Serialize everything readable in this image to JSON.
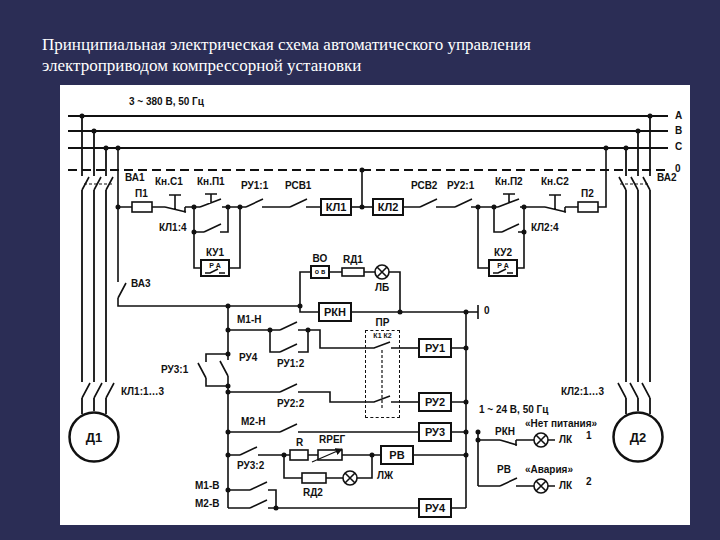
{
  "diagram": {
    "title": "Принципиальная электрическая схема автоматического управления электроприводом компрессорной установки",
    "nodes": [
      {
        "text": [
          "КЛ1"
        ]
      },
      {
        "text": [
          "КЛ2"
        ]
      },
      {
        "text": [
          "КУ1",
          "Р А"
        ]
      },
      {
        "text": [
          "КУ2",
          "Р А"
        ]
      },
      {
        "text": [
          "ВО",
          "о в"
        ]
      },
      {
        "text": [
          "РКН"
        ]
      },
      {
        "text": [
          "ПР",
          "К1 К2"
        ]
      },
      {
        "text": [
          "РУ1"
        ]
      },
      {
        "text": [
          "РУ2"
        ]
      },
      {
        "text": [
          "РУ3"
        ]
      },
      {
        "text": [
          "РВ"
        ]
      },
      {
        "text": [
          "РУ4"
        ]
      },
      {
        "text": [
          "Д1"
        ]
      },
      {
        "text": [
          "Д2"
        ]
      }
    ],
    "edges": [
      {
        "from": 0,
        "to": 1,
        "arrow": "none"
      },
      {
        "from": 6,
        "to": 7,
        "arrow": "none"
      },
      {
        "from": 6,
        "to": 8,
        "arrow": "none"
      }
    ],
    "labels": [
      "3 ~ 380 В, 50 Гц",
      "A",
      "B",
      "C",
      "0",
      "ВА1",
      "П1",
      "Кн.С1",
      "Кн.П1",
      "РУ1:1",
      "РСВ1",
      "РСВ2",
      "РУ2:1",
      "Кн.П2",
      "Кн.С2",
      "П2",
      "ВА2",
      "КЛ1:4",
      "КЛ2:4",
      "RД1",
      "ЛБ",
      "ВА3",
      "0",
      "М1-Н",
      "РУ1:2",
      "РУ4",
      "РУ3:1",
      "РУ2:2",
      "М2-Н",
      "РУ3:2",
      "R",
      "RРЕГ",
      "RД2",
      "ЛЖ",
      "М1-В",
      "М2-В",
      "КЛ1:1…3",
      "КЛ2:1…3",
      "1 ~ 24 В, 50 Гц",
      "«Нет питания»",
      "РКН",
      "ЛК",
      "1",
      "РВ",
      "«Авария»",
      "ЛК",
      "2"
    ]
  }
}
